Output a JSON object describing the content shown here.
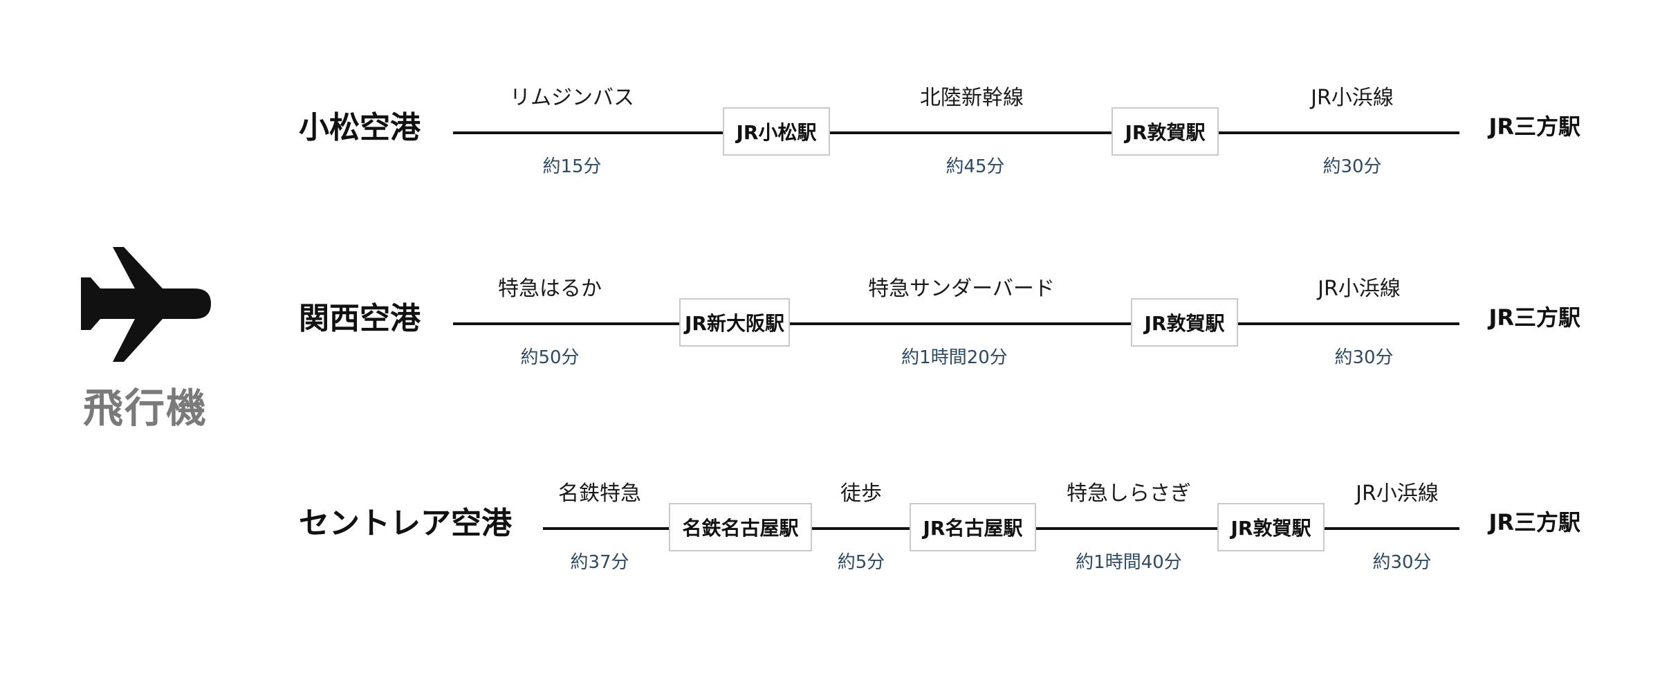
{
  "mode": {
    "label": "飛行機",
    "icon": "airplane-icon"
  },
  "routes": [
    {
      "origin": "小松空港",
      "destination": "JR三方駅",
      "stations": [
        "JR小松駅",
        "JR敦賀駅"
      ],
      "legs": [
        {
          "mode": "リムジンバス",
          "duration": "約15分"
        },
        {
          "mode": "北陸新幹線",
          "duration": "約45分"
        },
        {
          "mode": "JR小浜線",
          "duration": "約30分"
        }
      ]
    },
    {
      "origin": "関西空港",
      "destination": "JR三方駅",
      "stations": [
        "JR新大阪駅",
        "JR敦賀駅"
      ],
      "legs": [
        {
          "mode": "特急はるか",
          "duration": "約50分"
        },
        {
          "mode": "特急サンダーバード",
          "duration": "約1時間20分"
        },
        {
          "mode": "JR小浜線",
          "duration": "約30分"
        }
      ]
    },
    {
      "origin": "セントレア空港",
      "destination": "JR三方駅",
      "stations": [
        "名鉄名古屋駅",
        "JR名古屋駅",
        "JR敦賀駅"
      ],
      "legs": [
        {
          "mode": "名鉄特急",
          "duration": "約37分"
        },
        {
          "mode": "徒歩",
          "duration": "約5分"
        },
        {
          "mode": "特急しらさぎ",
          "duration": "約1時間40分"
        },
        {
          "mode": "JR小浜線",
          "duration": "約30分"
        }
      ]
    }
  ]
}
